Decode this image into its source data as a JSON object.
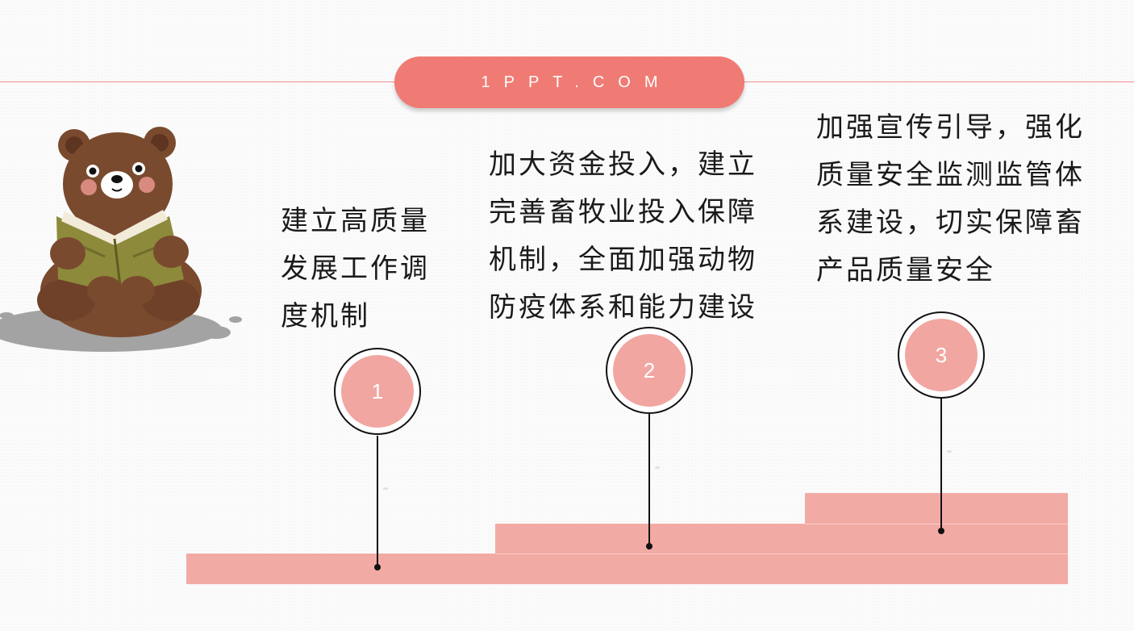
{
  "header": {
    "brand": "1PPT.COM"
  },
  "steps": [
    {
      "number": "1",
      "lines": [
        "建立高质量",
        "发展工作调",
        "度机制"
      ]
    },
    {
      "number": "2",
      "lines": [
        "加大资金投入，建立",
        "完善畜牧业投入保障",
        "机制，全面加强动物",
        "防疫体系和能力建设"
      ]
    },
    {
      "number": "3",
      "lines": [
        "加强宣传引导，强化",
        "质量安全监测监管体",
        "系建设，切实保障畜",
        "产品质量安全"
      ]
    }
  ],
  "colors": {
    "accent": "#ef7b74",
    "step": "#f2aaa4",
    "marker": "#f1a6a1"
  },
  "icons": {
    "mascot": "bear-reading-book"
  }
}
